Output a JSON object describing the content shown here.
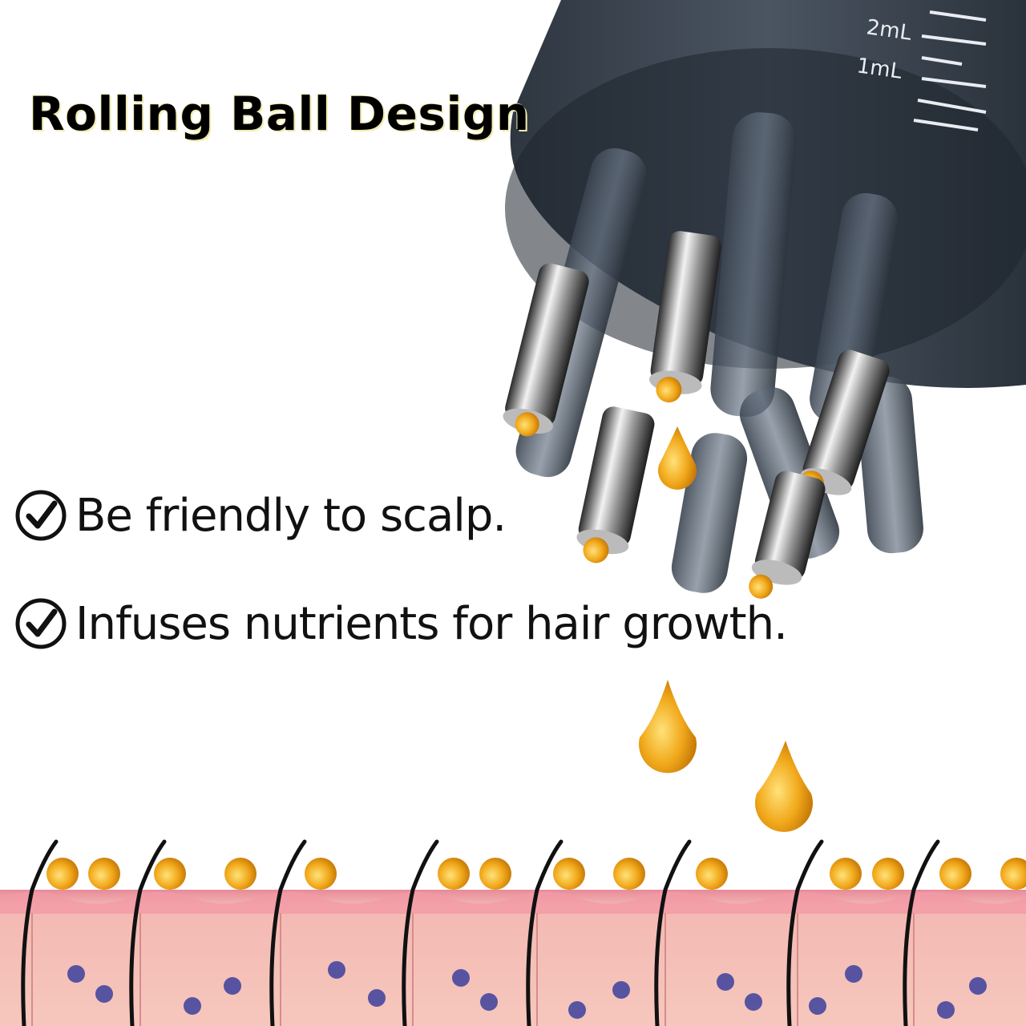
{
  "title": "Rolling Ball Design",
  "features": [
    {
      "text": "Be friendly to scalp.",
      "icon": "check-circle-icon"
    },
    {
      "text": "Infuses nutrients for hair growth.",
      "icon": "check-circle-icon"
    }
  ],
  "bottle": {
    "scale_labels": [
      "2mL",
      "1mL"
    ]
  },
  "colors": {
    "bottle": "#3d4652",
    "oil": "#f1a81a",
    "skin": "#f1b8b0",
    "skin_top": "#e8909a",
    "hair": "#111111",
    "follicle_dot": "#3b3f9c"
  }
}
